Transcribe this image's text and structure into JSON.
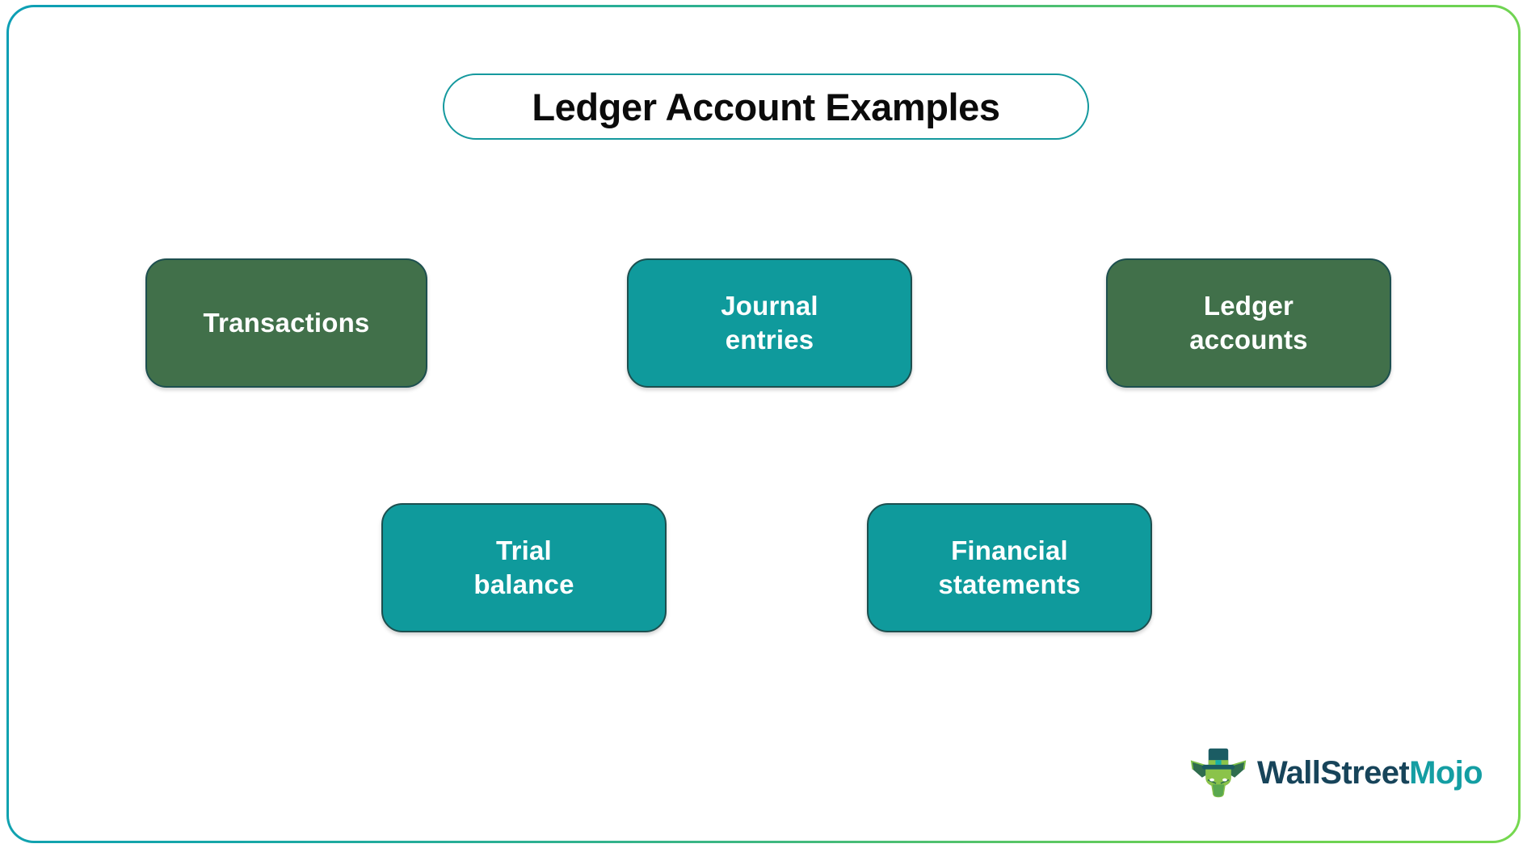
{
  "page": {
    "title": "Ledger Account Examples",
    "frame_gradient_start": "#0d9fb5",
    "frame_gradient_end": "#75d84f"
  },
  "title_pill": {
    "label": "Ledger Account Examples",
    "border_color": "#15999e",
    "text_color": "#0b0b0b"
  },
  "boxes": [
    {
      "id": "transactions",
      "label": "Transactions",
      "color": "#41704a",
      "variant": "green"
    },
    {
      "id": "journal-entries",
      "label": "Journal\nentries",
      "color": "#0f9a9c",
      "variant": "teal"
    },
    {
      "id": "ledger-accounts",
      "label": "Ledger\naccounts",
      "color": "#41704a",
      "variant": "green"
    },
    {
      "id": "trial-balance",
      "label": "Trial\nbalance",
      "color": "#0f9a9c",
      "variant": "teal"
    },
    {
      "id": "financial-statements",
      "label": "Financial\nstatements",
      "color": "#0f9a9c",
      "variant": "teal"
    }
  ],
  "logo": {
    "name_part1": "WallStreet",
    "name_part2": "Mojo",
    "color_part1": "#17445a",
    "color_part2": "#149ea3",
    "mark": "bull-with-top-hat-icon"
  }
}
